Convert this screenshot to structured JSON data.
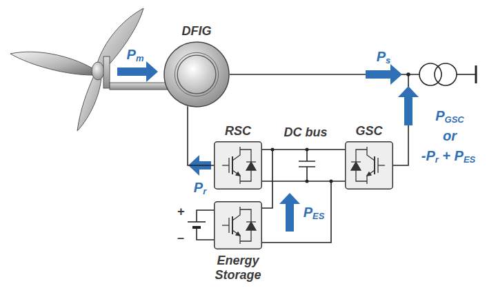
{
  "diagram": {
    "nodes": [
      {
        "text": [
          "DFIG"
        ]
      },
      {
        "text": [
          "RSC"
        ]
      },
      {
        "text": [
          "GSC"
        ]
      },
      {
        "text": [
          "Energy Storage"
        ]
      }
    ],
    "edges": [
      {
        "from": 0,
        "to": 1,
        "arrow": "none"
      },
      {
        "from": 1,
        "to": 2,
        "arrow": "none"
      }
    ],
    "labels": [
      "Pm",
      "Ps",
      "Pr",
      "PES",
      "PGSC",
      "or",
      "-Pr + PES",
      "DC bus",
      "+",
      "–"
    ]
  }
}
